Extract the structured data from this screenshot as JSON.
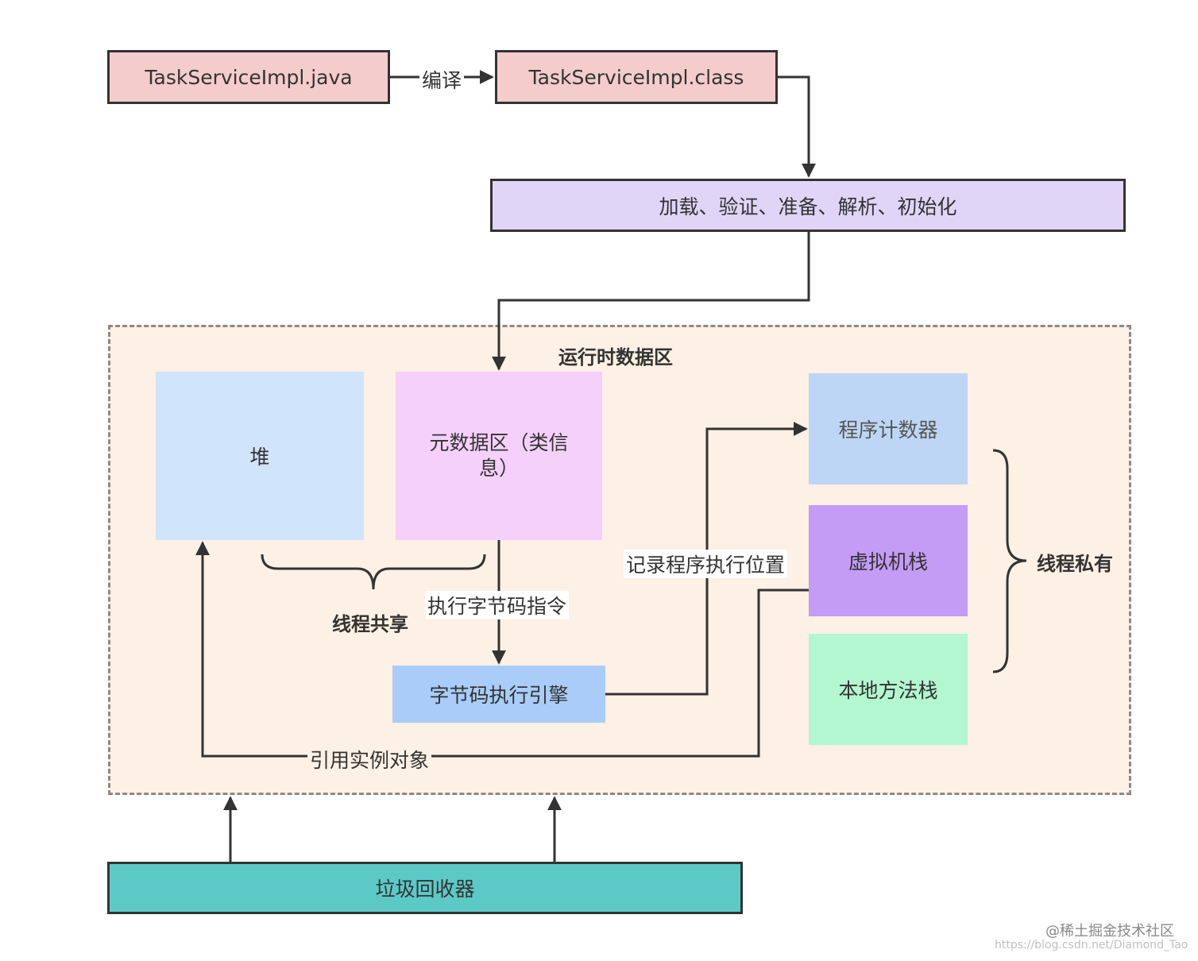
{
  "colors": {
    "source": "#f4cccc",
    "loader": "#e1d5f7",
    "runtime_bg": "#fdf0e4",
    "heap": "#d0e4fb",
    "metaspace": "#f5d0fb",
    "engine": "#a9cdf8",
    "pc_counter": "#bed6f5",
    "vm_stack": "#c49bf5",
    "native_stack": "#b3f7d0",
    "gc": "#5cc9c7"
  },
  "nodes": {
    "java_file": "TaskServiceImpl.java",
    "class_file": "TaskServiceImpl.class",
    "class_loading": "加载、验证、准备、解析、初始化",
    "runtime_area": "运行时数据区",
    "heap": "堆",
    "metaspace": "元数据区（类信息）",
    "bytecode_engine": "字节码执行引擎",
    "program_counter": "程序计数器",
    "vm_stack": "虚拟机栈",
    "native_stack": "本地方法栈",
    "gc": "垃圾回收器"
  },
  "edge_labels": {
    "compile": "编译",
    "execute_bytecode": "执行字节码指令",
    "record_position": "记录程序执行位置",
    "reference_object": "引用实例对象"
  },
  "group_labels": {
    "thread_shared": "线程共享",
    "thread_private": "线程私有"
  },
  "watermark": {
    "line1": "@稀土掘金技术社区",
    "line2": "https://blog.csdn.net/Diamond_Tao"
  }
}
